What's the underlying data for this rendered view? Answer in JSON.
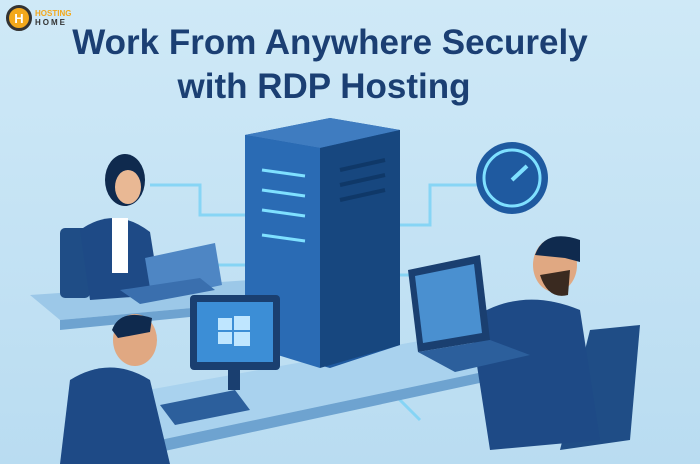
{
  "logo": {
    "line1": "HOSTING",
    "line2": "HOME",
    "mark": "H"
  },
  "headline": {
    "line1": "Work From Anywhere Securely",
    "line2": "with RDP Hosting"
  },
  "colors": {
    "title": "#1b3f73",
    "background": "#bfe0f3",
    "server": "#1f5aa0",
    "accent": "#f3a81b"
  }
}
